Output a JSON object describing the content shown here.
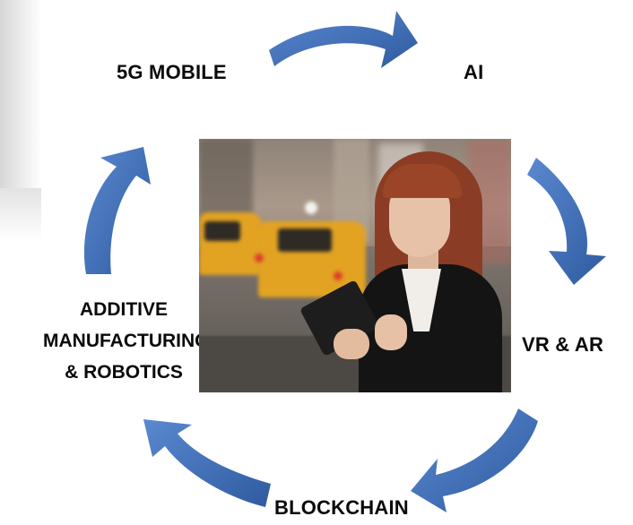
{
  "diagram": {
    "labels": {
      "five_g": "5G MOBILE",
      "ai": "AI",
      "vr_ar": "VR & AR",
      "blockchain": "BLOCKCHAIN",
      "additive_line1": "ADDITIVE",
      "additive_line2": "MANUFACTURING",
      "additive_line3": "& ROBOTICS"
    },
    "arrow_color": "#3f6fb8",
    "arrow_dark": "#2f5aa0",
    "center_image": "woman-using-tablet-city-street-photo"
  }
}
